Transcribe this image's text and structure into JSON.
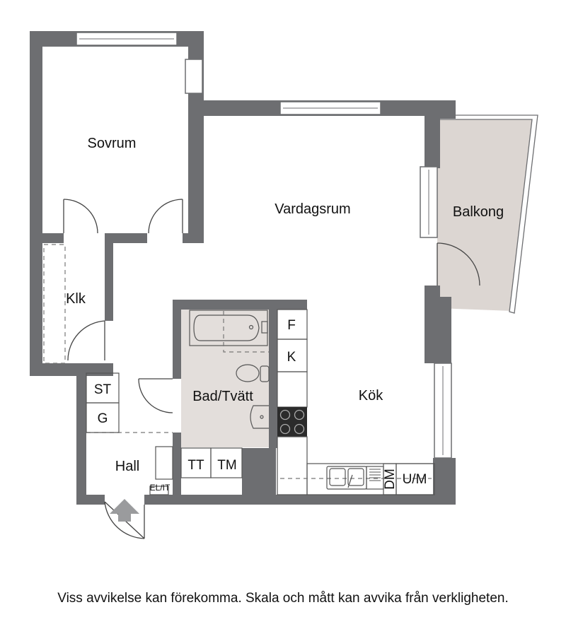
{
  "rooms": {
    "sovrum": "Sovrum",
    "vardagsrum": "Vardagsrum",
    "balkong": "Balkong",
    "klk": "Klk",
    "bad_tvatt": "Bad/Tvätt",
    "kok": "Kök",
    "hall": "Hall"
  },
  "fixtures": {
    "fridge": "F",
    "freezer": "K",
    "st": "ST",
    "g": "G",
    "tt": "TT",
    "tm": "TM",
    "dm": "DM",
    "um": "U/M",
    "el_it": "EL/IT"
  },
  "disclaimer": "Viss avvikelse kan förekomma. Skala och mått kan avvika från verkligheten.",
  "colors": {
    "wall": "#6d6e71",
    "wet_room": "#e3dedb",
    "balcony": "#dcd6d2",
    "entrance_arrow": "#9a9b9d"
  }
}
